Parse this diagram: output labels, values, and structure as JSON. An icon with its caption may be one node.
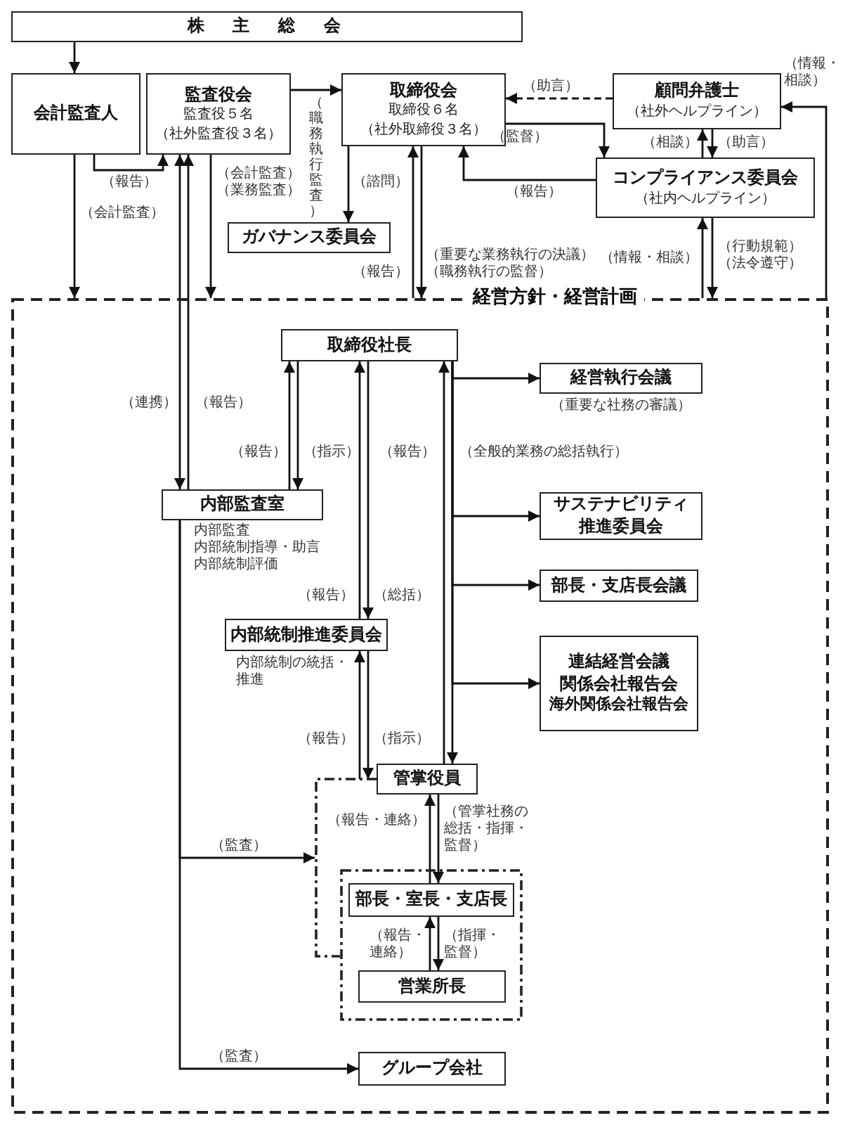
{
  "diagram": {
    "nodes": [
      {
        "text": [
          "株　主　総　会"
        ]
      },
      {
        "text": [
          "会計監査人"
        ]
      },
      {
        "text": [
          "監査役会",
          "監査役５名",
          "（社外監査役３名）"
        ]
      },
      {
        "text": [
          "取締役会",
          "取締役６名",
          "（社外取締役３名）"
        ]
      },
      {
        "text": [
          "顧問弁護士",
          "（社外ヘルプライン）"
        ]
      },
      {
        "text": [
          "コンプライアンス委員会",
          "（社内ヘルプライン）"
        ]
      },
      {
        "text": [
          "ガバナンス委員会"
        ]
      },
      {
        "text": [
          "経営方針・経営計画"
        ]
      },
      {
        "text": [
          "取締役社長"
        ],
        "in": 7
      },
      {
        "text": [
          "経営執行会議"
        ],
        "in": 7,
        "beside": [
          "（重要な社務の審議）"
        ]
      },
      {
        "text": [
          "内部監査室"
        ],
        "in": 7,
        "beside": [
          "内部監査",
          "内部統制指導・助言",
          "内部統制評価"
        ]
      },
      {
        "text": [
          "サステナビリティ推進委員会"
        ],
        "in": 7
      },
      {
        "text": [
          "部長・支店長会議"
        ],
        "in": 7
      },
      {
        "text": [
          "内部統制推進委員会"
        ],
        "in": 7,
        "beside": [
          "内部統制の統括・推進"
        ]
      },
      {
        "text": [
          "連結経営会議",
          "関係会社報告会",
          "海外関係会社報告会"
        ],
        "in": 7
      },
      {
        "text": [],
        "shape": "box",
        "in": 7
      },
      {
        "text": [
          "管掌役員"
        ],
        "in": 15
      },
      {
        "text": [],
        "shape": "box",
        "in": 15
      },
      {
        "text": [
          "部長・室長・支店長"
        ],
        "in": 17
      },
      {
        "text": [
          "営業所長"
        ],
        "in": 17
      },
      {
        "text": [
          "グループ会社"
        ],
        "in": 7
      }
    ],
    "edges": [
      {
        "from": 0,
        "to": 1,
        "arrow": "to"
      },
      {
        "from": 1,
        "to": 2,
        "arrow": "to",
        "label": "（報告）"
      },
      {
        "from": 1,
        "to": 7,
        "arrow": "to",
        "label": "（会計監査）"
      },
      {
        "from": 2,
        "to": 3,
        "arrow": "to",
        "label": "（職務執行監査）"
      },
      {
        "from": 2,
        "to": 7,
        "arrow": "to",
        "label": "（会計監査）（業務監査）"
      },
      {
        "from": 2,
        "to": 10,
        "arrow": "both",
        "label": "（連携）"
      },
      {
        "from": 10,
        "to": 2,
        "arrow": "to",
        "label": "（報告）"
      },
      {
        "from": 3,
        "to": 6,
        "arrow": "to",
        "label": "（諮問）"
      },
      {
        "from": 7,
        "to": 3,
        "arrow": "to",
        "label": "（報告）"
      },
      {
        "from": 3,
        "to": 7,
        "arrow": "to",
        "label": "（重要な業務執行の決議）（職務執行の監督）"
      },
      {
        "from": 4,
        "to": 3,
        "arrow": "to",
        "label": "（助言）",
        "style": "dashed"
      },
      {
        "from": 3,
        "to": 5,
        "arrow": "to",
        "label": "（監督）"
      },
      {
        "from": 5,
        "to": 3,
        "arrow": "to",
        "label": "（報告）"
      },
      {
        "from": 5,
        "to": 4,
        "arrow": "to",
        "label": "（相談）"
      },
      {
        "from": 4,
        "to": 5,
        "arrow": "to",
        "label": "（助言）"
      },
      {
        "from": 7,
        "to": 5,
        "arrow": "to",
        "label": "（情報・相談）"
      },
      {
        "from": 5,
        "to": 7,
        "arrow": "to",
        "label": "（行動規範）（法令遵守）"
      },
      {
        "from": 7,
        "to": 4,
        "arrow": "to",
        "label": "（情報・相談）"
      },
      {
        "from": 10,
        "to": 8,
        "arrow": "to",
        "label": "（報告）"
      },
      {
        "from": 8,
        "to": 10,
        "arrow": "to",
        "label": "（指示）"
      },
      {
        "from": 13,
        "to": 8,
        "arrow": "to",
        "label": "（報告）"
      },
      {
        "from": 8,
        "to": 13,
        "arrow": "to",
        "label": "（総括）"
      },
      {
        "from": 16,
        "to": 8,
        "arrow": "to",
        "label": "（報告）"
      },
      {
        "from": 8,
        "to": 16,
        "arrow": "to",
        "label": "（全般的業務の総括執行）"
      },
      {
        "from": 8,
        "to": 9,
        "arrow": "to"
      },
      {
        "from": 8,
        "to": 11,
        "arrow": "to"
      },
      {
        "from": 8,
        "to": 12,
        "arrow": "to"
      },
      {
        "from": 8,
        "to": 14,
        "arrow": "to"
      },
      {
        "from": 15,
        "to": 13,
        "arrow": "to",
        "label": "（報告）"
      },
      {
        "from": 13,
        "to": 15,
        "arrow": "to",
        "label": "（指示）"
      },
      {
        "from": 18,
        "to": 16,
        "arrow": "to",
        "label": "（報告・連絡）"
      },
      {
        "from": 16,
        "to": 18,
        "arrow": "to",
        "label": "（管掌社務の総括・指揮・監督）"
      },
      {
        "from": 19,
        "to": 18,
        "arrow": "to",
        "label": "（報告・連絡）"
      },
      {
        "from": 18,
        "to": 19,
        "arrow": "to",
        "label": "（指揮・監督）"
      },
      {
        "from": 10,
        "to": 15,
        "arrow": "to",
        "label": "（監査）"
      },
      {
        "from": 10,
        "to": 20,
        "arrow": "to",
        "label": "（監査）"
      }
    ]
  }
}
